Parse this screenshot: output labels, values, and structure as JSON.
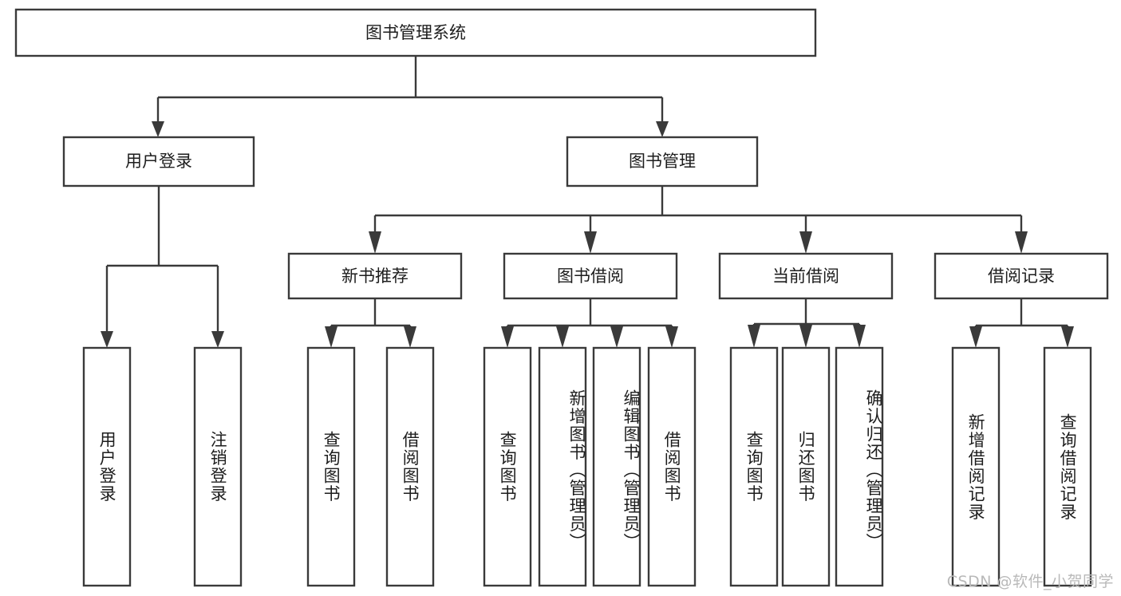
{
  "diagram": {
    "type": "tree",
    "title": "图书管理系统",
    "colors": {
      "stroke": "#3a3a3a",
      "box_fill": "#ffffff",
      "text": "#1d1d1d",
      "background": "#ffffff",
      "watermark": "#b9b9b9"
    },
    "levels": {
      "root": "图书管理系统",
      "level2": [
        "用户登录",
        "图书管理"
      ],
      "level3": [
        "新书推荐",
        "图书借阅",
        "当前借阅",
        "借阅记录"
      ]
    },
    "nodes": {
      "root": {
        "label": "图书管理系统",
        "orientation": "horizontal"
      },
      "user_login": {
        "label": "用户登录",
        "orientation": "horizontal"
      },
      "book_manage": {
        "label": "图书管理",
        "orientation": "horizontal"
      },
      "new_book_rec": {
        "label": "新书推荐",
        "orientation": "horizontal"
      },
      "book_borrow": {
        "label": "图书借阅",
        "orientation": "horizontal"
      },
      "current_borrow": {
        "label": "当前借阅",
        "orientation": "horizontal"
      },
      "borrow_record": {
        "label": "借阅记录",
        "orientation": "horizontal"
      },
      "leaf_user_login": {
        "label": "用户登录",
        "orientation": "vertical"
      },
      "leaf_logout": {
        "label": "注销登录",
        "orientation": "vertical"
      },
      "leaf_query_book_1": {
        "label": "查询图书",
        "orientation": "vertical"
      },
      "leaf_borrow_book_1": {
        "label": "借阅图书",
        "orientation": "vertical"
      },
      "leaf_query_book_2": {
        "label": "查询图书",
        "orientation": "vertical"
      },
      "leaf_add_book": {
        "label": "新增图书（管理员）",
        "orientation": "vertical"
      },
      "leaf_edit_book": {
        "label": "编辑图书（管理员）",
        "orientation": "vertical"
      },
      "leaf_borrow_book_2": {
        "label": "借阅图书",
        "orientation": "vertical"
      },
      "leaf_query_book_3": {
        "label": "查询图书",
        "orientation": "vertical"
      },
      "leaf_return_book": {
        "label": "归还图书",
        "orientation": "vertical"
      },
      "leaf_confirm_return": {
        "label": "确认归还（管理员）",
        "orientation": "vertical"
      },
      "leaf_add_record": {
        "label": "新增借阅记录",
        "orientation": "vertical"
      },
      "leaf_query_record": {
        "label": "查询借阅记录",
        "orientation": "vertical"
      }
    },
    "edges": [
      {
        "from": "root",
        "to": "user_login"
      },
      {
        "from": "root",
        "to": "book_manage"
      },
      {
        "from": "user_login",
        "to": "leaf_user_login"
      },
      {
        "from": "user_login",
        "to": "leaf_logout"
      },
      {
        "from": "book_manage",
        "to": "new_book_rec"
      },
      {
        "from": "book_manage",
        "to": "book_borrow"
      },
      {
        "from": "book_manage",
        "to": "current_borrow"
      },
      {
        "from": "book_manage",
        "to": "borrow_record"
      },
      {
        "from": "new_book_rec",
        "to": "leaf_query_book_1"
      },
      {
        "from": "new_book_rec",
        "to": "leaf_borrow_book_1"
      },
      {
        "from": "book_borrow",
        "to": "leaf_query_book_2"
      },
      {
        "from": "book_borrow",
        "to": "leaf_add_book"
      },
      {
        "from": "book_borrow",
        "to": "leaf_edit_book"
      },
      {
        "from": "book_borrow",
        "to": "leaf_borrow_book_2"
      },
      {
        "from": "current_borrow",
        "to": "leaf_query_book_3"
      },
      {
        "from": "current_borrow",
        "to": "leaf_return_book"
      },
      {
        "from": "current_borrow",
        "to": "leaf_confirm_return"
      },
      {
        "from": "borrow_record",
        "to": "leaf_add_record"
      },
      {
        "from": "borrow_record",
        "to": "leaf_query_record"
      }
    ]
  },
  "watermark": {
    "text": "CSDN @软件_小贺同学"
  }
}
